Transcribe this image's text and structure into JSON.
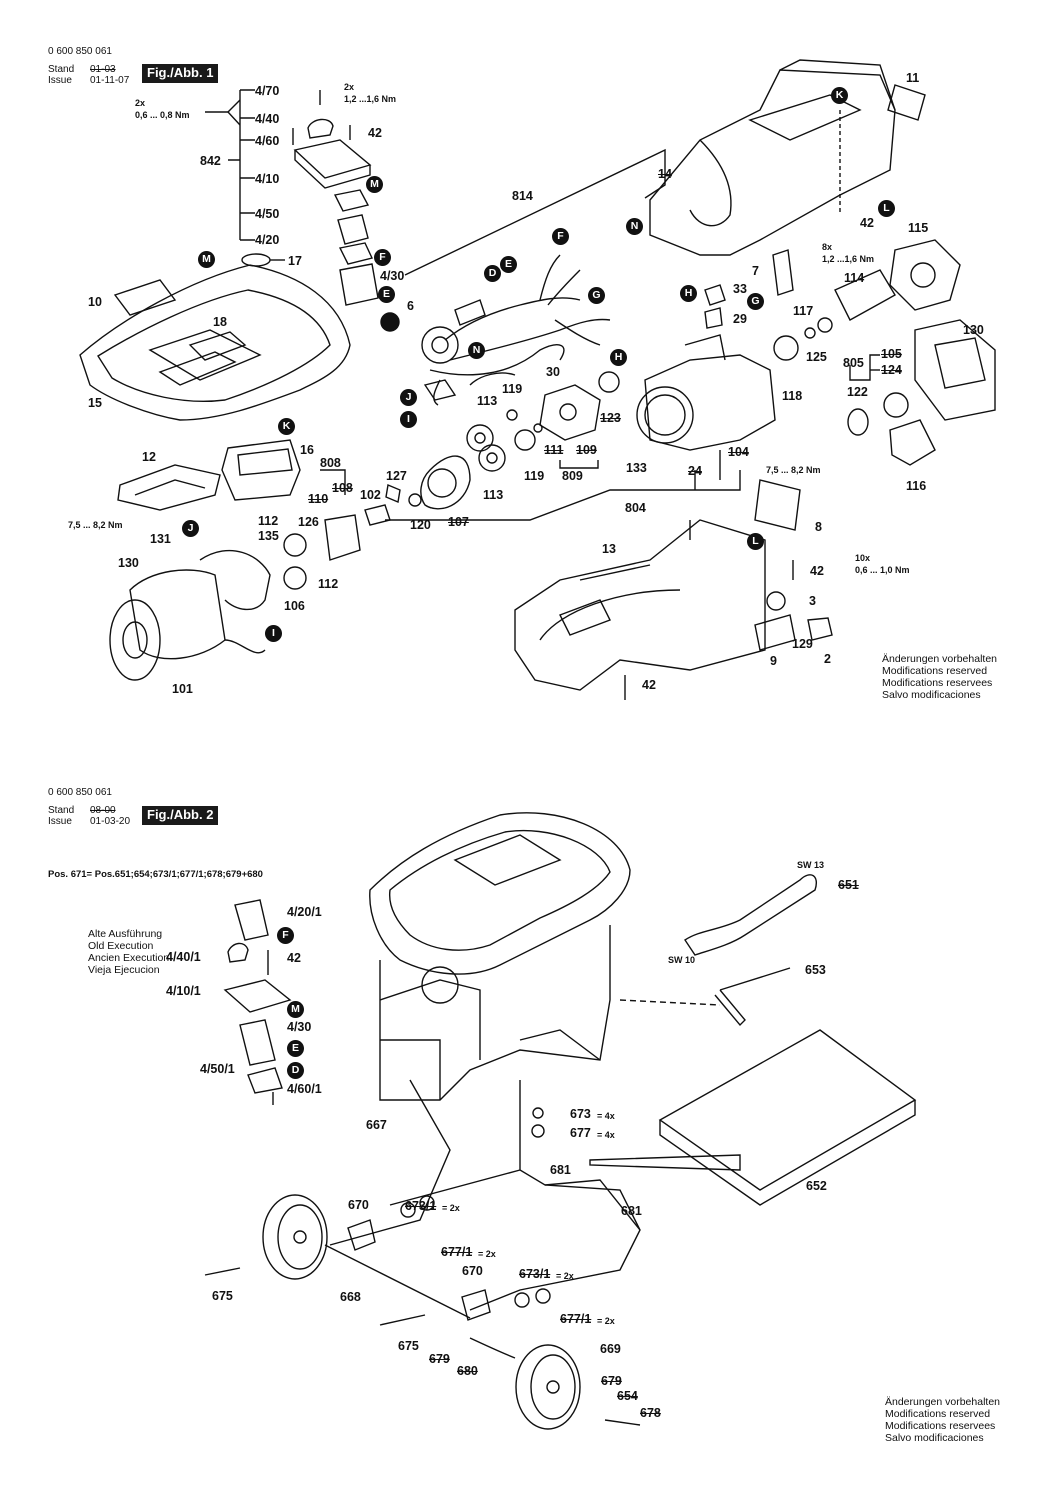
{
  "fig1": {
    "doc_number": "0 600 850 061",
    "stand_label": "Stand",
    "issue_label": "Issue",
    "stand_old": "01-03",
    "issue_date": "01-11-07",
    "fig_title": "Fig./Abb. 1",
    "notes": [
      "Änderungen vorbehalten",
      "Modifications reserved",
      "Modifications reservees",
      "Salvo modificaciones"
    ],
    "torque": {
      "t1_count": "2x",
      "t1_value": "1,2 ...1,6 Nm",
      "t2_count": "2x",
      "t2_value": "0,6 ... 0,8 Nm",
      "t3_count": "8x",
      "t3_value": "1,2 ...1,6 Nm",
      "t4_value": "7,5 ... 8,2 Nm",
      "t5_value": "7,5 ... 8,2 Nm",
      "t6_count": "10x",
      "t6_value": "0,6 ... 1,0 Nm"
    },
    "labels": {
      "p4_70": "4/70",
      "p4_40": "4/40",
      "p4_60": "4/60",
      "p842": "842",
      "p4_10": "4/10",
      "p4_50": "4/50",
      "p4_20": "4/20",
      "p4_30": "4/30",
      "p42a": "42",
      "p17": "17",
      "p10": "10",
      "p18": "18",
      "p15": "15",
      "p16": "16",
      "p12": "12",
      "p808": "808",
      "p110": "110",
      "p108": "108",
      "p127": "127",
      "p102": "102",
      "p120": "120",
      "p107": "107",
      "p112a": "112",
      "p126": "126",
      "p135": "135",
      "p112b": "112",
      "p106": "106",
      "p131": "131",
      "p130a": "130",
      "p101": "101",
      "p814": "814",
      "p14": "14",
      "p11": "11",
      "p42b": "42",
      "p6": "6",
      "p30": "30",
      "p119a": "119",
      "p113a": "113",
      "p119b": "119",
      "p111": "111",
      "p109": "109",
      "p809": "809",
      "p113b": "113",
      "p123": "123",
      "p133": "133",
      "p804": "804",
      "p24": "24",
      "p104": "104",
      "p7": "7",
      "p33": "33",
      "p29": "29",
      "p115": "115",
      "p114": "114",
      "p117": "117",
      "p125": "125",
      "p118": "118",
      "p130b": "130",
      "p805": "805",
      "p105": "105",
      "p124": "124",
      "p122": "122",
      "p116": "116",
      "p8": "8",
      "p13": "13",
      "p42c": "42",
      "p3": "3",
      "p129": "129",
      "p2": "2",
      "p9": "9",
      "p42d": "42"
    },
    "markers": {
      "k1": "K",
      "n1": "N",
      "l1": "L",
      "m1": "M",
      "m2": "M",
      "f1": "F",
      "e1": "E",
      "f2": "F",
      "d1": "D",
      "e2": "E",
      "g1": "G",
      "h1": "H",
      "n2": "N",
      "j1": "J",
      "i1": "I",
      "k2": "K",
      "h2": "H",
      "g2": "G",
      "j2": "J",
      "i2": "I",
      "l2": "L"
    }
  },
  "fig2": {
    "doc_number": "0 600 850 061",
    "stand_label": "Stand",
    "issue_label": "Issue",
    "stand_old": "08-00",
    "issue_date": "01-03-20",
    "fig_title": "Fig./Abb. 2",
    "pos_note": "Pos. 671= Pos.651;654;673/1;677/1;678;679+680",
    "old_exec": [
      "Alte Ausführung",
      "Old Execution",
      "Ancien Execution",
      "Vieja Ejecucion"
    ],
    "notes": [
      "Änderungen vorbehalten",
      "Modifications reserved",
      "Modifications reservees",
      "Salvo modificaciones"
    ],
    "labels": {
      "p4_20_1": "4/20/1",
      "p4_40_1": "4/40/1",
      "p42": "42",
      "p4_10_1": "4/10/1",
      "p4_30": "4/30",
      "p4_50_1": "4/50/1",
      "p4_60_1": "4/60/1",
      "sw13": "SW 13",
      "p651": "651",
      "sw10": "SW 10",
      "p653": "653",
      "p667": "667",
      "p673": "673",
      "p677": "677",
      "qty4a": "= 4x",
      "qty4b": "= 4x",
      "p681a": "681",
      "p681b": "681",
      "p652": "652",
      "p670a": "670",
      "p673_1a": "673/1",
      "qty2a": "= 2x",
      "p677_1a": "677/1",
      "qty2b": "= 2x",
      "p670b": "670",
      "p673_1b": "673/1",
      "qty2c": "= 2x",
      "p677_1b": "677/1",
      "qty2d": "= 2x",
      "p675a": "675",
      "p668": "668",
      "p675b": "675",
      "p679a": "679",
      "p680": "680",
      "p669": "669",
      "p679b": "679",
      "p654": "654",
      "p678": "678"
    },
    "markers": {
      "f": "F",
      "m": "M",
      "e": "E",
      "d": "D"
    }
  }
}
